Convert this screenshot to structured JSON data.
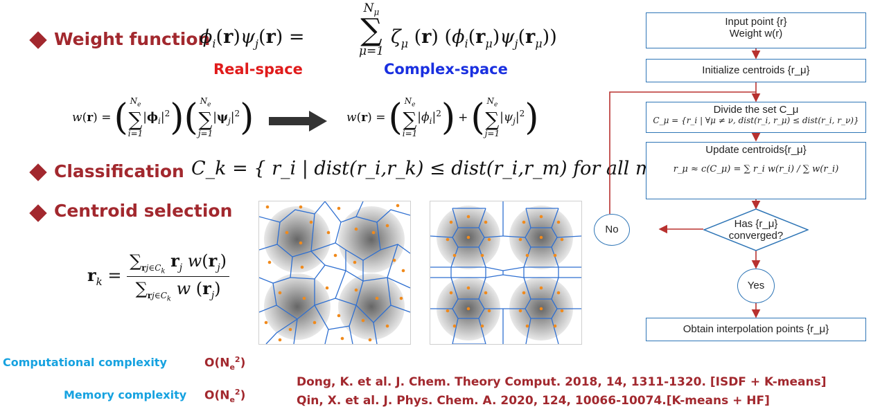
{
  "bullets": {
    "weight": "Weight function",
    "classification": "Classification",
    "centroid": "Centroid selection"
  },
  "equations": {
    "weight_lhs": "φ_i(r)ψ_j(r) =",
    "weight_rhs": "ζ_μ(r)(φ_i(r_μ)ψ_j(r_μ))",
    "sum_upper": "N_μ",
    "sum_lower": "μ=1",
    "real_space": "Real-space",
    "complex_space": "Complex-space",
    "w_left_lhs": "w(r) =",
    "w_right_lhs": "w(r) =",
    "classification_formula": "C_k = { r_i | dist(r_i,r_k) ≤ dist(r_i,r_m) for all m ≠ k }",
    "centroid_lhs": "r_k =",
    "centroid_num": "∑ r_j w(r_j)",
    "centroid_den": "∑ w(r_j)"
  },
  "flowchart": {
    "input_line1": "Input point {r}",
    "input_line2": "Weight w(r)",
    "init": "Initialize centroids {r_μ}",
    "divide_line1": "Divide the set C_μ",
    "divide_line2": "C_μ = {r_i | ∀μ ≠ ν, dist(r_i, r_μ) ≤ dist(r_i, r_ν)}",
    "update_line1": "Update centroids{r_μ}",
    "update_line2": "r_μ ≈ c(C_μ) = ∑ r_i w(r_i) / ∑ w(r_i)",
    "decision_line1": "Has {r_μ}",
    "decision_line2": "converged?",
    "no": "No",
    "yes": "Yes",
    "obtain": "Obtain interpolation points {r_μ}"
  },
  "complexity": {
    "computational_label": "Computational complexity",
    "computational_value": "O(Ne2)",
    "memory_label": "Memory complexity",
    "memory_value": "O(Ne2)"
  },
  "references": {
    "ref1": "Dong, K. et al. J. Chem. Theory Comput. 2018, 14, 1311-1320. [ISDF + K-means]",
    "ref2": "Qin, X. et al. J. Phys. Chem. A. 2020, 124, 10066-10074.[K-means + HF]"
  },
  "colors": {
    "heading": "#a2282e",
    "real": "#e01b1b",
    "complex": "#1a30e0",
    "flow_border": "#2e75b6",
    "flow_arrow": "#b8312f",
    "complexity": "#16a2e0",
    "voronoi": "#2e6fd1",
    "points": "#f08a1c"
  }
}
